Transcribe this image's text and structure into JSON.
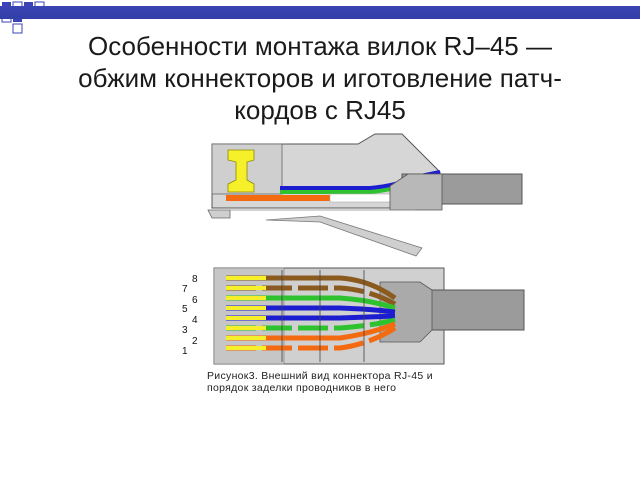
{
  "title": {
    "line1": "Особенности монтажа вилок RJ–45 —",
    "line2": "обжим коннекторов и иготовление патч-",
    "line3": "кордов с RJ45"
  },
  "figure": {
    "pin_numbers": [
      "8",
      "7",
      "6",
      "5",
      "4",
      "3",
      "2",
      "1"
    ],
    "caption_line1": "Рисунок3. Внешний вид коннектора RJ-45 и",
    "caption_line2": "порядок заделки проводников в него"
  },
  "colors": {
    "accent": "#333fa8",
    "wire_brown": "#8b5a1e",
    "wire_green": "#2fc22f",
    "wire_blue": "#1c1cd0",
    "wire_orange": "#f36a10",
    "contact_yellow": "#f5f02a",
    "body_gray": "#c8c8c8"
  }
}
